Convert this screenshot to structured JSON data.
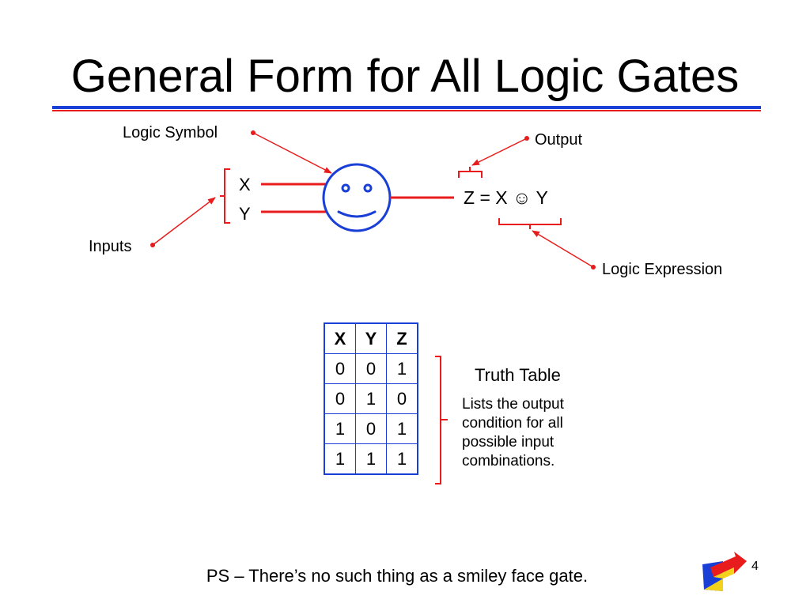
{
  "slide": {
    "title": "General Form for All Logic Gates",
    "page_number": "4",
    "footnote": "PS – There’s no such thing as a smiley face gate."
  },
  "diagram": {
    "labels": {
      "logic_symbol": "Logic Symbol",
      "output": "Output",
      "inputs": "Inputs",
      "logic_expression": "Logic Expression"
    },
    "input_x": "X",
    "input_y": "Y",
    "expression": "Z = X ☺ Y",
    "gate_icon": "smiley-face-icon",
    "colors": {
      "gate": "#1a3fd6",
      "callout": "#e81c1c",
      "title_rule_blue": "#1a3fd6",
      "title_rule_red": "#e81c1c"
    }
  },
  "truth_table": {
    "headers": [
      "X",
      "Y",
      "Z"
    ],
    "rows": [
      [
        "0",
        "0",
        "1"
      ],
      [
        "0",
        "1",
        "0"
      ],
      [
        "1",
        "0",
        "1"
      ],
      [
        "1",
        "1",
        "1"
      ]
    ],
    "title": "Truth Table",
    "description": "Lists the output condition for all possible input combinations."
  }
}
